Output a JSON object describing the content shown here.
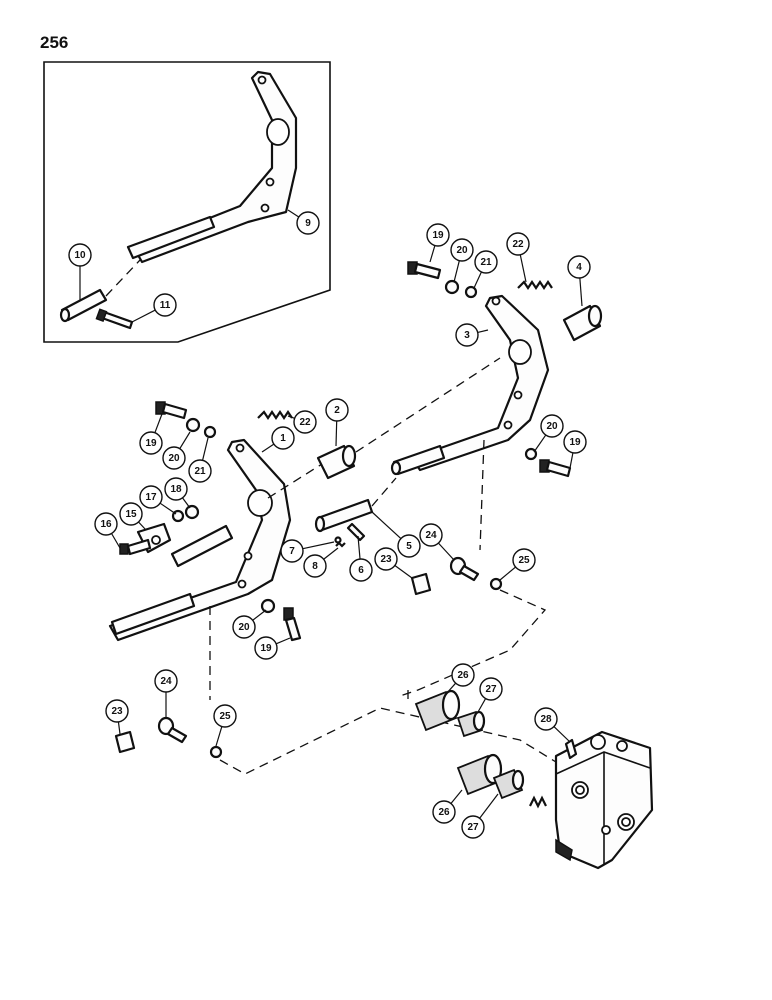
{
  "page": {
    "number": "256"
  },
  "callouts": [
    {
      "id": "c1",
      "label": "1"
    },
    {
      "id": "c2",
      "label": "2"
    },
    {
      "id": "c3",
      "label": "3"
    },
    {
      "id": "c4",
      "label": "4"
    },
    {
      "id": "c5",
      "label": "5"
    },
    {
      "id": "c6",
      "label": "6"
    },
    {
      "id": "c7",
      "label": "7"
    },
    {
      "id": "c8",
      "label": "8"
    },
    {
      "id": "c9",
      "label": "9"
    },
    {
      "id": "c10",
      "label": "10"
    },
    {
      "id": "c11",
      "label": "11"
    },
    {
      "id": "c15",
      "label": "15"
    },
    {
      "id": "c16",
      "label": "16"
    },
    {
      "id": "c17",
      "label": "17"
    },
    {
      "id": "c18",
      "label": "18"
    },
    {
      "id": "c19a",
      "label": "19"
    },
    {
      "id": "c19b",
      "label": "19"
    },
    {
      "id": "c19c",
      "label": "19"
    },
    {
      "id": "c19d",
      "label": "19"
    },
    {
      "id": "c20a",
      "label": "20"
    },
    {
      "id": "c20b",
      "label": "20"
    },
    {
      "id": "c20c",
      "label": "20"
    },
    {
      "id": "c20d",
      "label": "20"
    },
    {
      "id": "c21a",
      "label": "21"
    },
    {
      "id": "c21b",
      "label": "21"
    },
    {
      "id": "c22a",
      "label": "22"
    },
    {
      "id": "c22b",
      "label": "22"
    },
    {
      "id": "c23a",
      "label": "23"
    },
    {
      "id": "c23b",
      "label": "23"
    },
    {
      "id": "c24a",
      "label": "24"
    },
    {
      "id": "c24b",
      "label": "24"
    },
    {
      "id": "c25a",
      "label": "25"
    },
    {
      "id": "c25b",
      "label": "25"
    },
    {
      "id": "c26a",
      "label": "26"
    },
    {
      "id": "c26b",
      "label": "26"
    },
    {
      "id": "c27a",
      "label": "27"
    },
    {
      "id": "c27b",
      "label": "27"
    },
    {
      "id": "c28",
      "label": "28"
    }
  ]
}
